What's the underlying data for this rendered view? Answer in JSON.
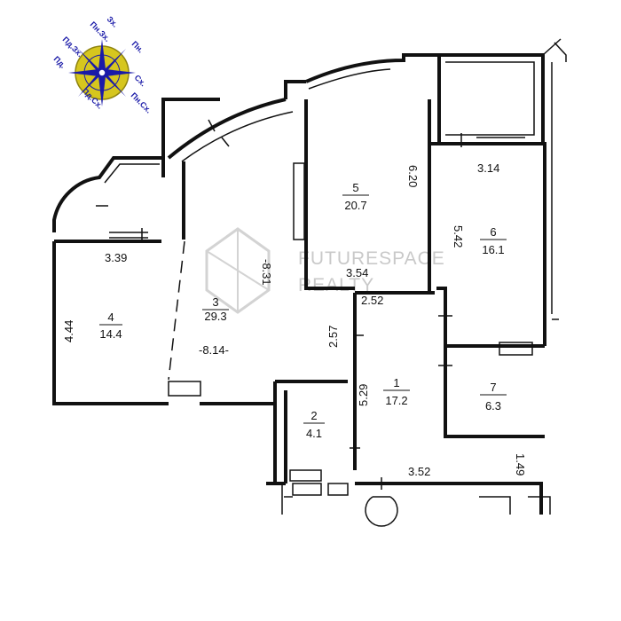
{
  "compass": {
    "labels": [
      "Пн.",
      "Пн.Сх.",
      "Сх.",
      "Пд.Сх.",
      "Пд.",
      "Пд.Зх.",
      "Зх.",
      "Пн.Зх."
    ],
    "ray_color": "#1a1aa8",
    "disc_color": "#d6c61e"
  },
  "watermark": {
    "line1": "FUTURESPACE",
    "line2": "REALTY"
  },
  "rooms": [
    {
      "number": "1",
      "area": "17.2"
    },
    {
      "number": "2",
      "area": "4.1"
    },
    {
      "number": "3",
      "area": "29.3"
    },
    {
      "number": "4",
      "area": "14.4"
    },
    {
      "number": "5",
      "area": "20.7"
    },
    {
      "number": "6",
      "area": "16.1"
    },
    {
      "number": "7",
      "area": "6.3"
    }
  ],
  "dimensions": {
    "room4_width": "3.39",
    "room4_height": "4.44",
    "room3_diag": "-8.31",
    "room3_width": "-8.14-",
    "room5_height": "6.20",
    "room5_width": "3.54",
    "room6_width": "3.14",
    "room6_height": "5.42",
    "hall_width": "2.52",
    "hall_left": "2.57",
    "corridor_height": "5.29",
    "entry_width": "3.52",
    "entry_height": "1.49"
  }
}
